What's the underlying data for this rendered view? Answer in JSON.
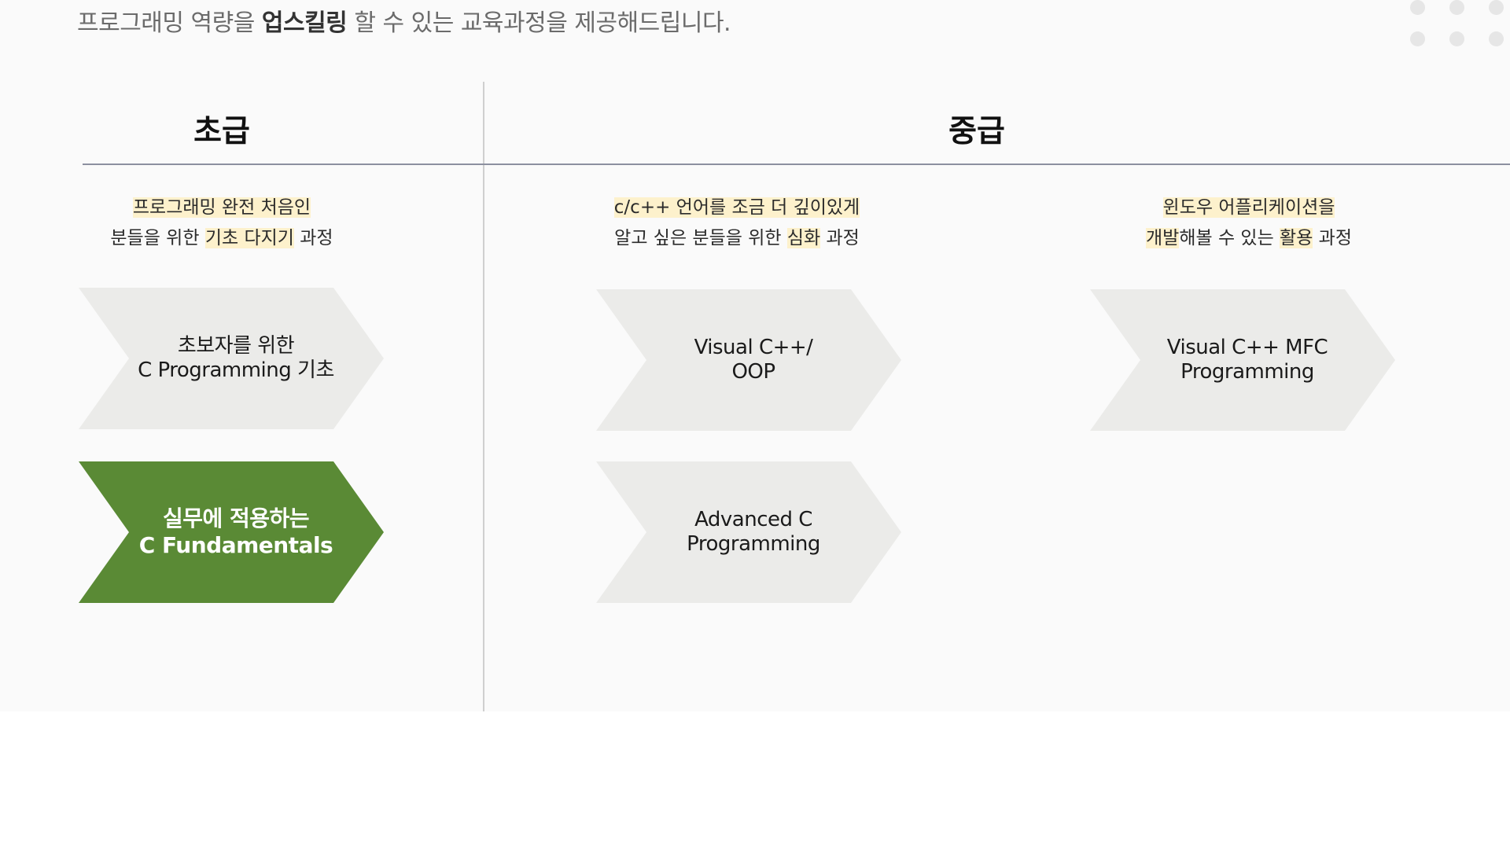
{
  "intro": {
    "before": "프로그래밍 역량을 ",
    "bold": "업스킬링",
    "after": " 할 수 있는 교육과정을 제공해드립니다."
  },
  "levels": [
    {
      "title": "초급"
    },
    {
      "title": "중급"
    }
  ],
  "descriptions": [
    {
      "line1": [
        {
          "text": "프로그래밍 완전 처음인",
          "hl": true
        }
      ],
      "line2": [
        {
          "text": "분들을 위한 ",
          "hl": false
        },
        {
          "text": "기초 다지기",
          "hl": true
        },
        {
          "text": " 과정",
          "hl": false
        }
      ]
    },
    {
      "line1": [
        {
          "text": "c/c++ 언어를 조금 더 깊이있게",
          "hl": true
        }
      ],
      "line2": [
        {
          "text": "알고 싶은 분들을 위한 ",
          "hl": false
        },
        {
          "text": "심화",
          "hl": true
        },
        {
          "text": " 과정",
          "hl": false
        }
      ]
    },
    {
      "line1": [
        {
          "text": "윈도우 어플리케이션을",
          "hl": true
        }
      ],
      "line2": [
        {
          "text": "개발",
          "hl": true
        },
        {
          "text": "해볼 수 있는 ",
          "hl": false
        },
        {
          "text": "활용",
          "hl": true
        },
        {
          "text": " 과정",
          "hl": false
        }
      ]
    }
  ],
  "courses": [
    {
      "label": "초보자를 위한\nC Programming 기초",
      "active": false
    },
    {
      "label": "실무에 적용하는\nC Fundamentals",
      "active": true
    },
    {
      "label": "Visual C++/\nOOP",
      "active": false
    },
    {
      "label": "Advanced C\nProgramming",
      "active": false
    },
    {
      "label": "Visual C++ MFC\nProgramming",
      "active": false
    }
  ],
  "colors": {
    "chevron_default": "#ebebe9",
    "chevron_active": "#5a8a35",
    "highlight": "#fdf1cc"
  }
}
